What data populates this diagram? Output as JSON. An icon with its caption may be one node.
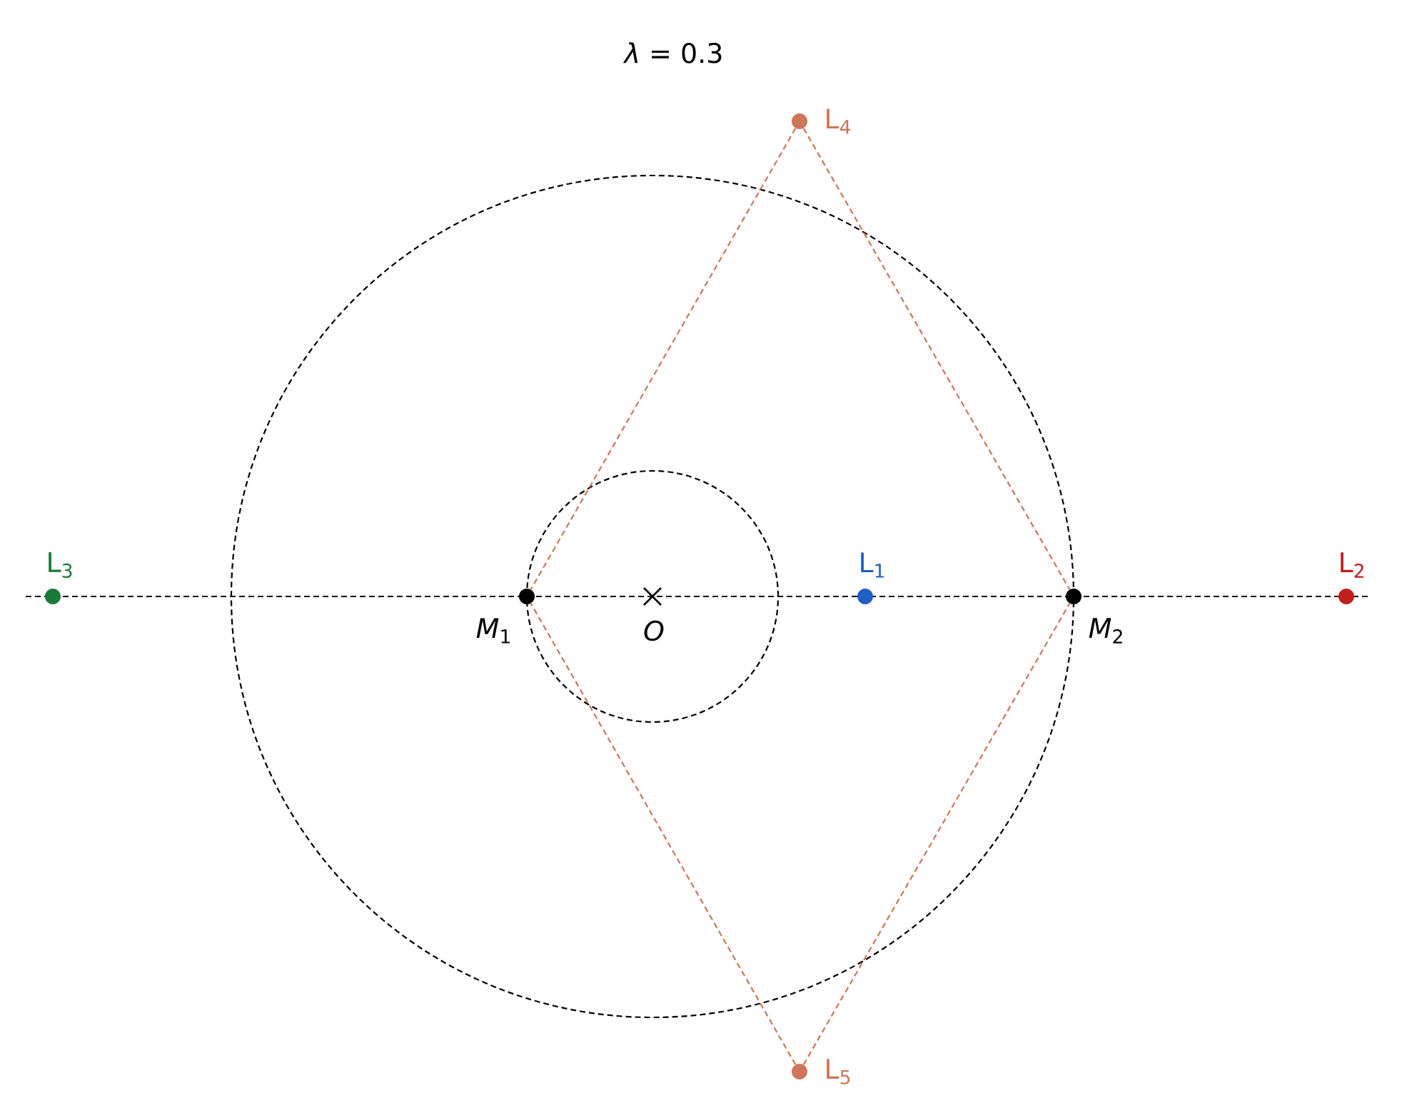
{
  "diagram": {
    "title": "*λ* = 0.3",
    "nodes": [
      {
        "text": [
          "L$_{4}$"
        ]
      },
      {
        "text": [
          "L$_{3}$"
        ]
      },
      {
        "text": [
          "L$_{1}$"
        ]
      },
      {
        "text": [
          "L$_{2}$"
        ]
      },
      {
        "text": [
          "*M*$_{1}$"
        ]
      },
      {
        "text": [
          "O"
        ]
      },
      {
        "text": [
          "*M*$_{2}$"
        ]
      },
      {
        "text": [
          "L$_{5}$"
        ]
      }
    ],
    "edges": [
      {
        "from": 0,
        "to": 4,
        "arrow": "none",
        "style": "dashed"
      },
      {
        "from": 0,
        "to": 6,
        "arrow": "none",
        "style": "dashed"
      },
      {
        "from": 7,
        "to": 4,
        "arrow": "none",
        "style": "dashed"
      },
      {
        "from": 7,
        "to": 6,
        "arrow": "none",
        "style": "dashed"
      }
    ]
  }
}
